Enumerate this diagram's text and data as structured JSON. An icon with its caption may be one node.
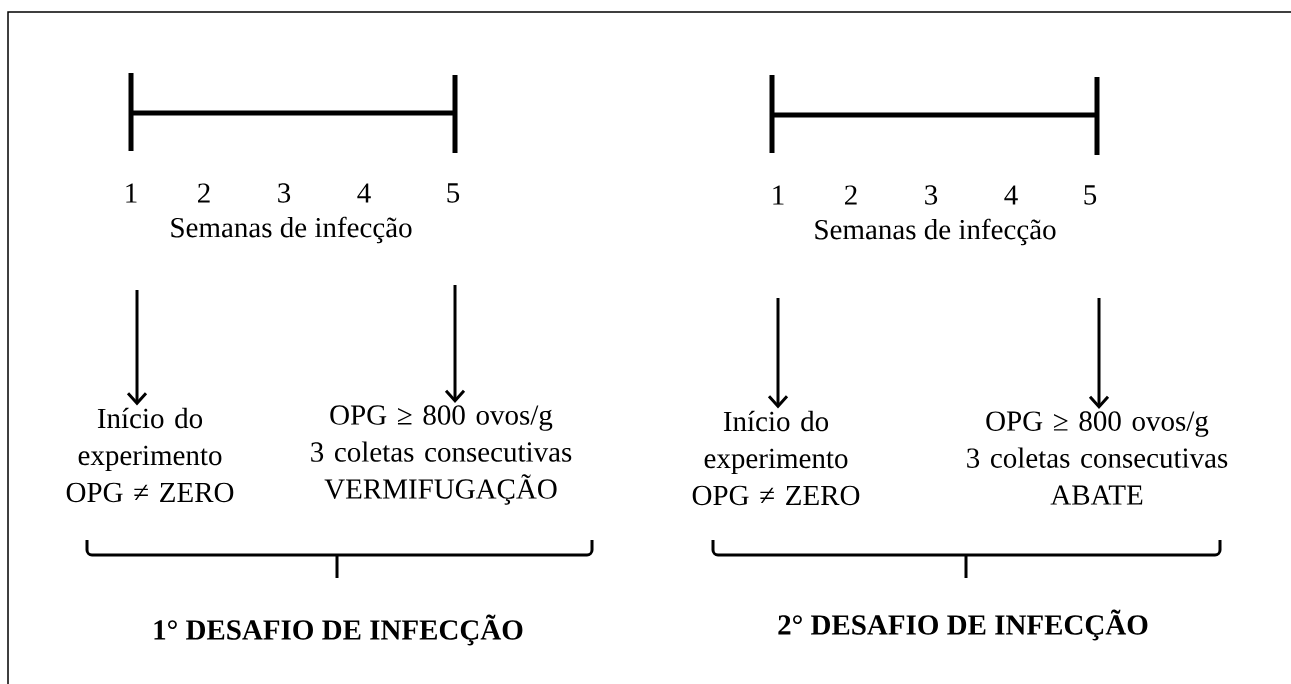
{
  "diagram": {
    "nodes": [
      {
        "text": [
          "Início do experimento",
          "OPG ≠ ZERO"
        ]
      },
      {
        "text": [
          "OPG ≥ 800 ovos/g",
          "3 coletas consecutivas",
          "VERMIFUGAÇÃO"
        ]
      },
      {
        "text": [
          "Início do experimento",
          "OPG ≠ ZERO"
        ]
      },
      {
        "text": [
          "OPG ≥ 800 ovos/g",
          "3 coletas consecutivas",
          "ABATE"
        ]
      }
    ],
    "edges": [
      {
        "from": null,
        "to": 0,
        "arrow": "to"
      },
      {
        "from": null,
        "to": 1,
        "arrow": "to"
      },
      {
        "from": null,
        "to": 2,
        "arrow": "to"
      },
      {
        "from": null,
        "to": 3,
        "arrow": "to"
      }
    ],
    "labels": [
      "1",
      "2",
      "3",
      "4",
      "5",
      "Semanas de infecção",
      "1",
      "2",
      "3",
      "4",
      "5",
      "Semanas de infecção",
      "1° DESAFIO DE INFECÇÃO",
      "2° DESAFIO DE INFECÇÃO"
    ]
  }
}
